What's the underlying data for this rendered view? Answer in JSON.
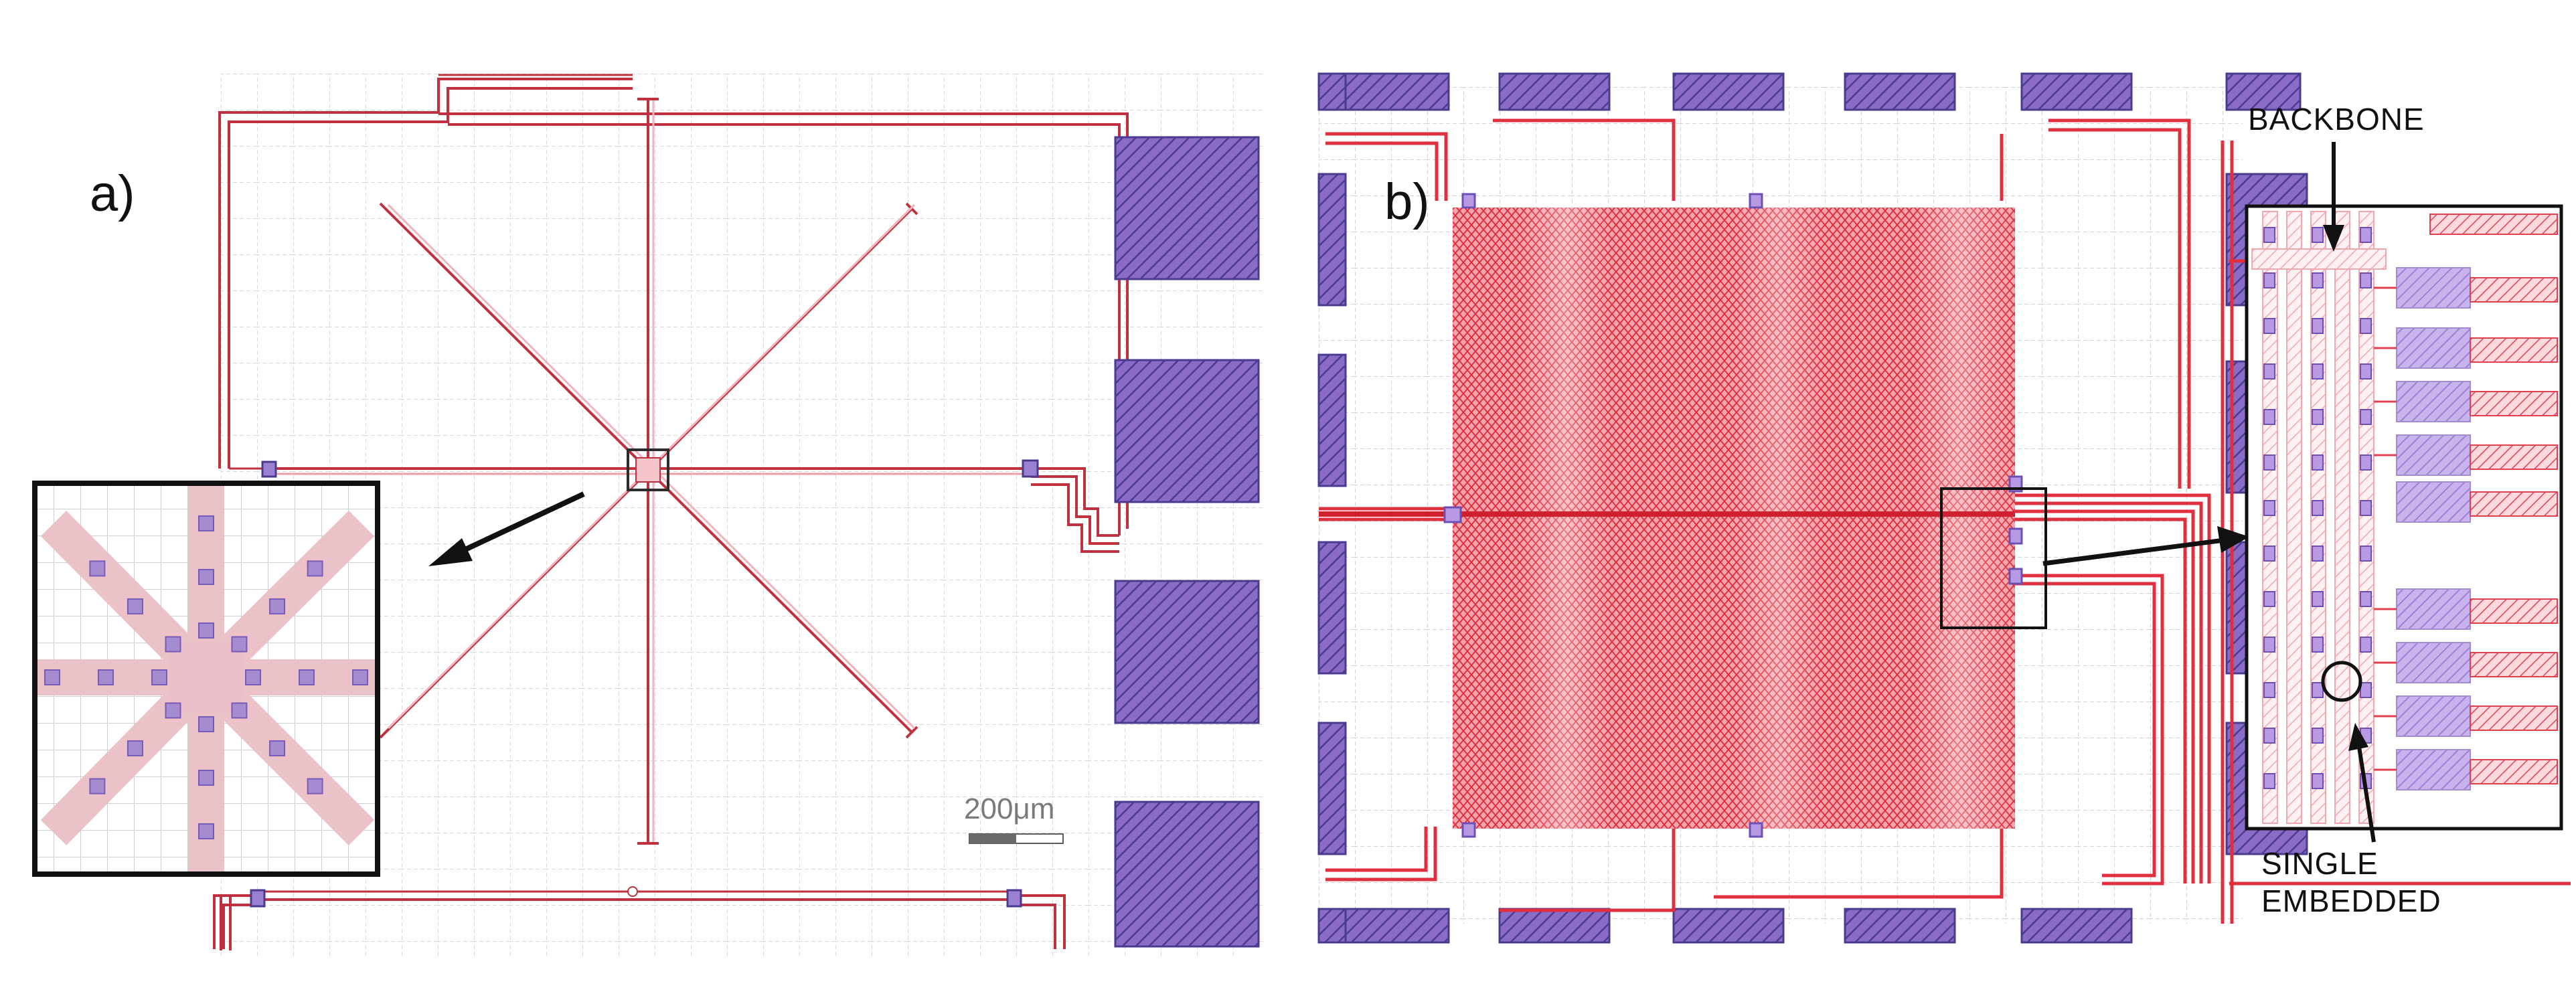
{
  "panel_a": {
    "label": "a)",
    "scale_bar": "200μm"
  },
  "panel_b": {
    "label": "b)",
    "callouts": {
      "backbone": "BACKBONE",
      "single_line1": "SINGLE",
      "single_line2": "EMBEDDED"
    }
  },
  "colors": {
    "trace": "#c0303e",
    "trace_light": "#ee9aa6",
    "pad": "#7a5ab8",
    "pad_stroke": "#4b3b8f",
    "grid": "#d7d7d7"
  }
}
